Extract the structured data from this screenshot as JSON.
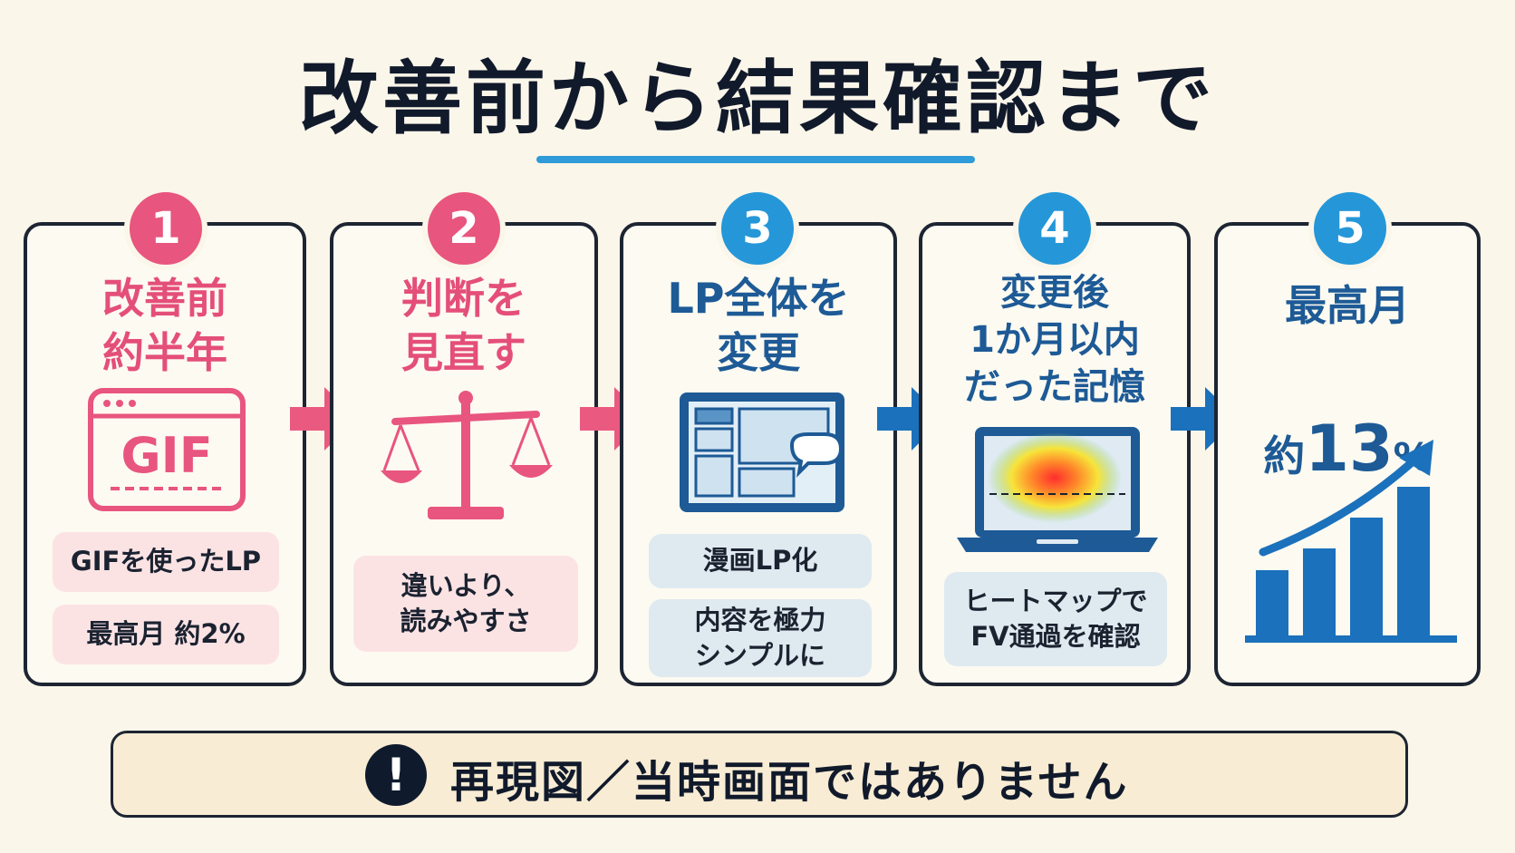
{
  "title": "改善前から結果確認まで",
  "steps": [
    {
      "number": "1",
      "heading": "改善前\n約半年",
      "icon_label": "GIF",
      "notes": [
        "GIFを使ったLP",
        "最高月 約2%"
      ]
    },
    {
      "number": "2",
      "heading": "判断を\n見直す",
      "notes": [
        "違いより、\n読みやすさ"
      ]
    },
    {
      "number": "3",
      "heading": "LP全体を\n変更",
      "notes": [
        "漫画LP化",
        "内容を極力\nシンプルに"
      ]
    },
    {
      "number": "4",
      "heading": "変更後\n1か月以内\nだった記憶",
      "notes": [
        "ヒートマップで\nFV通過を確認"
      ]
    },
    {
      "number": "5",
      "heading_top": "最高月",
      "heading_prefix": "約",
      "heading_value": "13",
      "heading_unit": "%"
    }
  ],
  "notice": {
    "icon": "!",
    "text": "再現図／当時画面ではありません"
  },
  "colors": {
    "pink": "#e8557e",
    "blue": "#2597d8",
    "navy": "#1d5a96"
  },
  "icons": [
    "browser-gif-icon",
    "balance-scale-icon",
    "manga-layout-icon",
    "heatmap-laptop-icon",
    "growth-bar-icon"
  ]
}
